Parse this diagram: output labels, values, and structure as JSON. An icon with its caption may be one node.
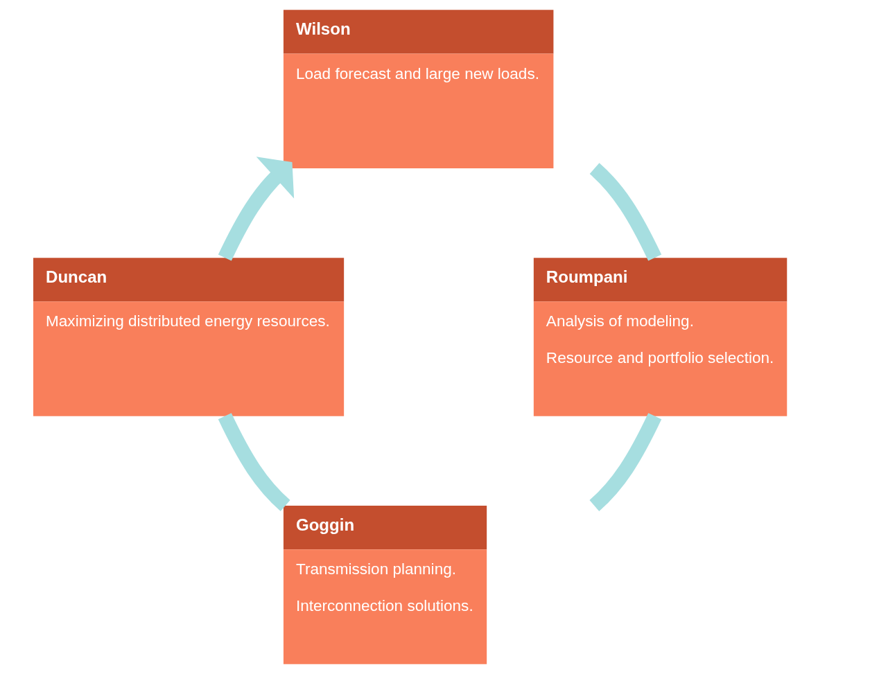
{
  "diagram": {
    "nodes": [
      {
        "text": [
          "Wilson",
          "Load forecast and large new loads."
        ]
      },
      {
        "text": [
          "Duncan",
          "Maximizing distributed energy resources."
        ]
      },
      {
        "text": [
          "Roumpani",
          "Analysis of modeling.",
          "Resource and portfolio selection."
        ]
      },
      {
        "text": [
          "Goggin",
          "Transmission planning.",
          "Interconnection solutions."
        ]
      }
    ],
    "edges": [
      {
        "from": 0,
        "to": 2,
        "arrow": "none",
        "color": "#a6dee0"
      },
      {
        "from": 2,
        "to": 3,
        "arrow": "none",
        "color": "#a6dee0"
      },
      {
        "from": 3,
        "to": 1,
        "arrow": "none",
        "color": "#a6dee0"
      },
      {
        "from": 1,
        "to": 0,
        "arrow": "to",
        "color": "#a6dee0"
      }
    ]
  }
}
